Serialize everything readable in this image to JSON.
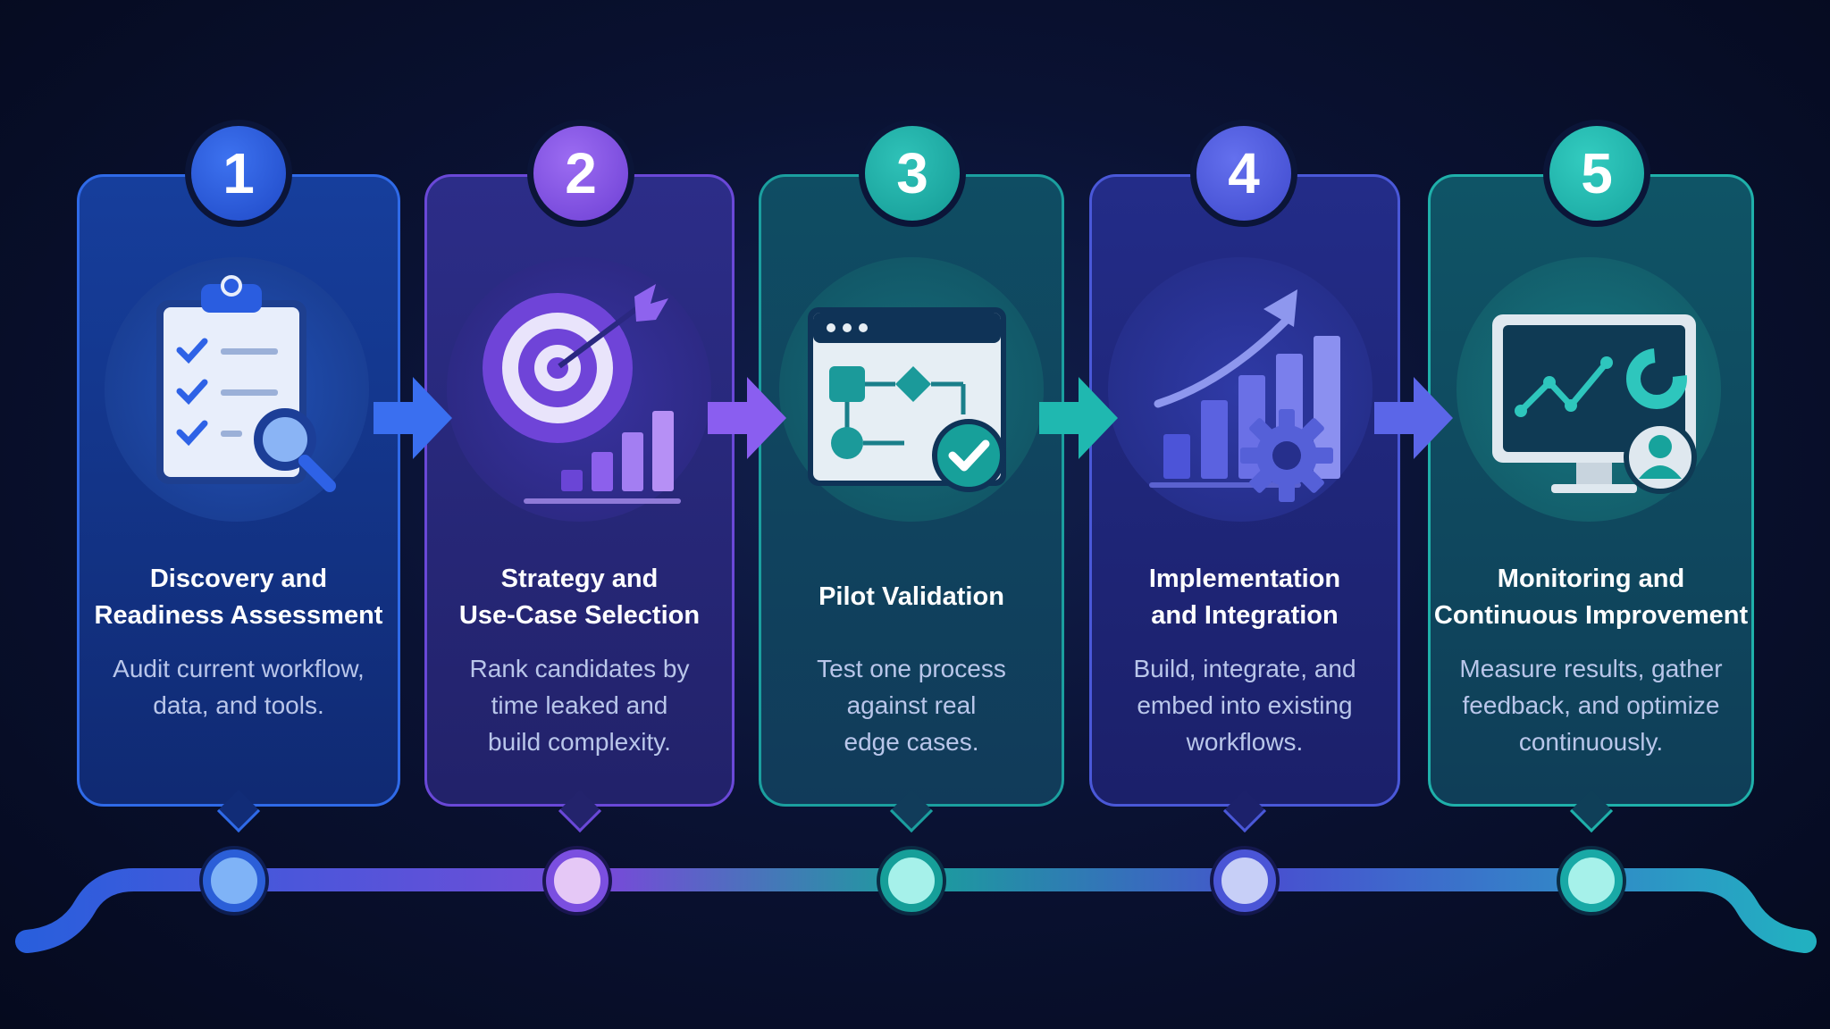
{
  "steps": [
    {
      "number": "1",
      "title_line1": "Discovery and",
      "title_line2": "Readiness Assessment",
      "desc_line1": "Audit current workflow,",
      "desc_line2": "data, and tools.",
      "desc_line3": "",
      "icon": "clipboard-checklist-icon",
      "color": "#2f5fe0"
    },
    {
      "number": "2",
      "title_line1": "Strategy and",
      "title_line2": "Use-Case Selection",
      "desc_line1": "Rank candidates by",
      "desc_line2": "time leaked and",
      "desc_line3": "build complexity.",
      "icon": "target-icon",
      "color": "#7b4fe0"
    },
    {
      "number": "3",
      "title_line1": "Pilot Validation",
      "title_line2": "",
      "desc_line1": "Test one process",
      "desc_line2": "against real",
      "desc_line3": "edge cases.",
      "icon": "workflow-check-icon",
      "color": "#18a7a0"
    },
    {
      "number": "4",
      "title_line1": "Implementation",
      "title_line2": "and Integration",
      "desc_line1": "Build, integrate, and",
      "desc_line2": "embed into existing",
      "desc_line3": "workflows.",
      "icon": "growth-gear-icon",
      "color": "#4a55d6"
    },
    {
      "number": "5",
      "title_line1": "Monitoring and",
      "title_line2": "Continuous Improvement",
      "desc_line1": "Measure results, gather",
      "desc_line2": "feedback, and optimize",
      "desc_line3": "continuously.",
      "icon": "monitor-dashboard-icon",
      "color": "#1fb7b0"
    }
  ]
}
